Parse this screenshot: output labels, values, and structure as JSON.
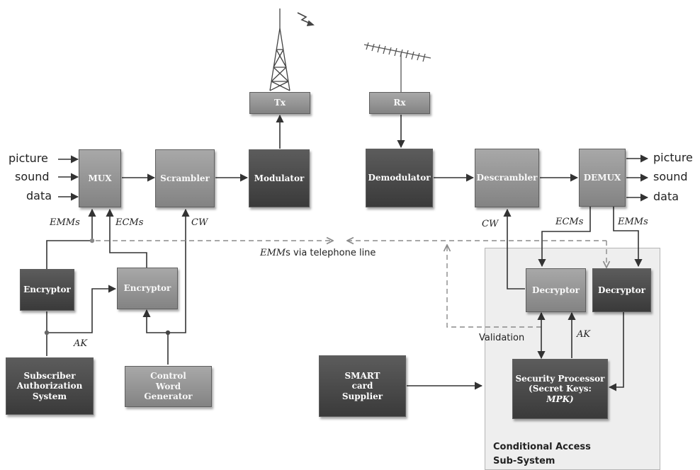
{
  "blocks": {
    "mux": "MUX",
    "scrambler": "Scrambler",
    "modulator": "Modulator",
    "tx": "Tx",
    "rx": "Rx",
    "demodulator": "Demodulator",
    "descrambler": "Descrambler",
    "demux": "DEMUX",
    "encryptor_emm": "Encryptor",
    "encryptor_ecm": "Encryptor",
    "sas": "Subscriber Authorization System",
    "cwg": "Control Word Generator",
    "decryptor_ecm": "Decryptor",
    "decryptor_emm": "Decryptor",
    "smart_card": "SMART card Supplier",
    "security_processor_line1": "Security Processor",
    "security_processor_line2": "(Secret Keys:",
    "security_processor_line3": "MPK)"
  },
  "labels": {
    "in_picture": "picture",
    "in_sound": "sound",
    "in_data": "data",
    "out_picture": "picture",
    "out_sound": "sound",
    "out_data": "data",
    "emms_tx": "EMMs",
    "ecms_tx": "ECMs",
    "cw_tx": "CW",
    "ak_tx": "AK",
    "cw_rx": "CW",
    "ecms_rx": "ECMs",
    "emms_rx": "EMMs",
    "ak_rx": "AK",
    "validation": "Validation",
    "emm_phone_em": "EMM",
    "emm_phone_rest": "s via telephone line",
    "cas_line1": "Conditional Access",
    "cas_line2": "Sub-System"
  },
  "colors": {
    "light_block": "#949494",
    "dark_block": "#484848",
    "arrow": "#333333",
    "dashed": "#8a8a8a",
    "cas_panel": "#eeeeee"
  }
}
